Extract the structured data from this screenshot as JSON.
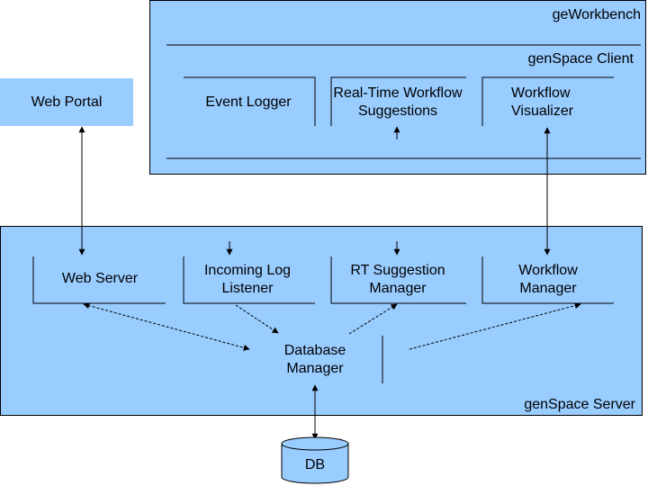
{
  "colors": {
    "fill": "#99ccff",
    "stroke": "#000000",
    "background": "#ffffff"
  },
  "client_side": {
    "title": "geWorkbench",
    "subtitle": "genSpace Client",
    "components": {
      "event_logger": "Event Logger",
      "rt_suggestions": "Real-Time Workflow\nSuggestions",
      "workflow_visualizer": "Workflow\nVisualizer"
    }
  },
  "web_portal": "Web Portal",
  "server_side": {
    "title": "genSpace Server",
    "components": {
      "web_server": "Web Server",
      "incoming_log_listener": "Incoming Log\nListener",
      "rt_suggestion_manager": "RT Suggestion\nManager",
      "workflow_manager": "Workflow\nManager",
      "database_manager": "Database\nManager"
    }
  },
  "database": "DB"
}
